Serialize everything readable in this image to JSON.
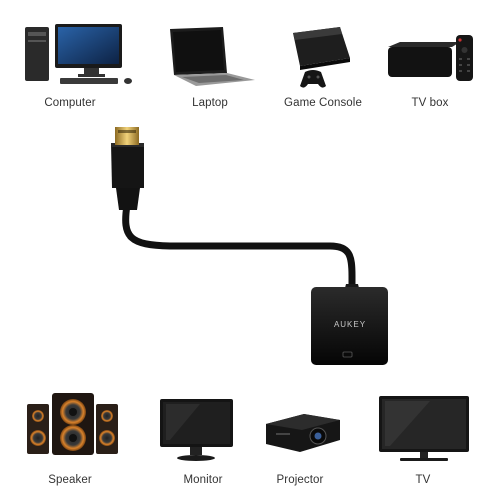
{
  "devices_top": [
    {
      "label": "Computer",
      "icon": "computer-icon"
    },
    {
      "label": "Laptop",
      "icon": "laptop-icon"
    },
    {
      "label": "Game Console",
      "icon": "game-console-icon"
    },
    {
      "label": "TV box",
      "icon": "tv-box-icon"
    }
  ],
  "devices_bottom": [
    {
      "label": "Speaker",
      "icon": "speaker-icon"
    },
    {
      "label": "Monitor",
      "icon": "monitor-icon"
    },
    {
      "label": "Projector",
      "icon": "projector-icon"
    },
    {
      "label": "TV",
      "icon": "tv-icon"
    }
  ],
  "adapter": {
    "brand": "AUKEY"
  },
  "colors": {
    "device_black": "#1b1b1b",
    "connector_gold": "#c9a44a",
    "speaker_orange": "#d9822b"
  }
}
